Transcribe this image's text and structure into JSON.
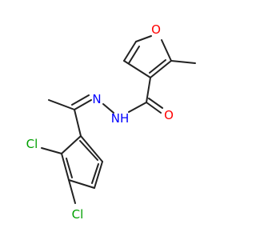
{
  "colors": {
    "background": "#ffffff",
    "bond": "#222222",
    "oxygen": "#ff0000",
    "nitrogen": "#0000ff",
    "chlorine": "#00a000"
  },
  "labels": {
    "ring_oxygen": "O",
    "carbonyl_oxygen": "O",
    "imine_nitrogen": "N",
    "amide_nitrogen": "NH",
    "chlorine_ortho": "Cl",
    "chlorine_para": "Cl"
  }
}
